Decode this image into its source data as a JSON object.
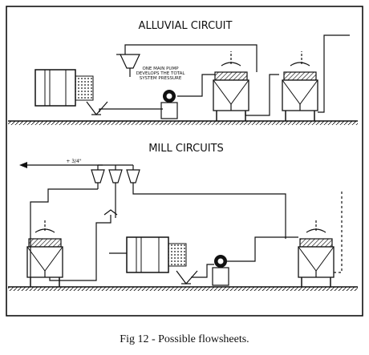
{
  "diagram": {
    "alluvial_title": "ALLUVIAL CIRCUIT",
    "pump_note_line1": "ONE MAIN PUMP",
    "pump_note_line2": "DEVELOPS THE TOTAL",
    "pump_note_line3": "SYSTEM PRESSURE",
    "mill_title": "MILL CIRCUITS",
    "arrow_label": "+ 3/4\""
  },
  "caption": "Fig 12 - Possible flowsheets."
}
